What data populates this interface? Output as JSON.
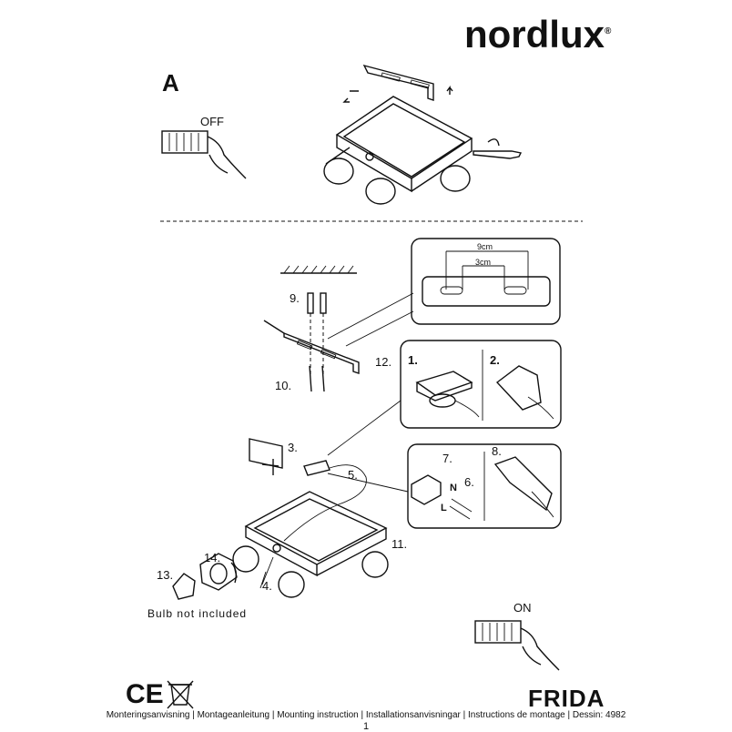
{
  "brand": {
    "name": "nordlux",
    "registered": "®"
  },
  "section_a": {
    "label": "A"
  },
  "switch_off": {
    "label": "OFF"
  },
  "switch_on": {
    "label": "ON"
  },
  "dimensions": {
    "outer": "9cm",
    "inner": "3cm"
  },
  "steps": {
    "s1": "1.",
    "s2": "2.",
    "s3": "3.",
    "s4": "4.",
    "s5": "5.",
    "s6": "6.",
    "s7": "7.",
    "s8": "8.",
    "s9": "9.",
    "s10": "10.",
    "s11": "11.",
    "s12": "12.",
    "s13": "13.",
    "s14": "14."
  },
  "wires": {
    "neutral": "N",
    "live": "L"
  },
  "bulb_note": "Bulb not included",
  "product_name": "FRIDA",
  "footer": {
    "languages": "Monteringsanvisning | Montageanleitung | Mounting instruction | Installationsanvisningar | Instructions de montage | Dessin: 4982",
    "page": "1"
  },
  "marks": {
    "ce": "CE"
  }
}
